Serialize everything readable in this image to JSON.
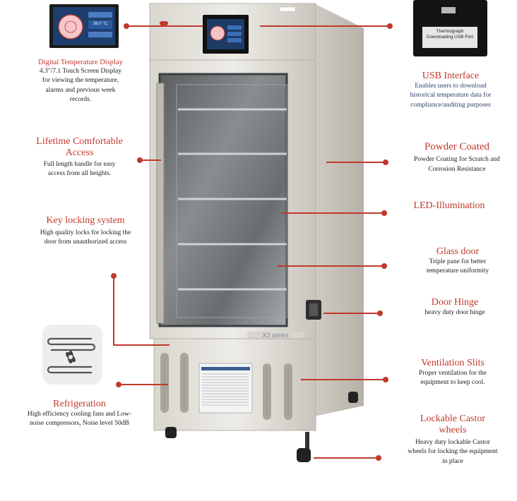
{
  "features": {
    "display": {
      "title": "Digital Temperature Display",
      "desc": "4.3\"/7.1 Touch Screen Display for viewing the temperature, alarms and previous week records."
    },
    "usb": {
      "title": "USB Interface",
      "desc": "Enables users to download historical temperature data for compliance/auditing purposes"
    },
    "access": {
      "title": "Lifetime Comfortable Access",
      "desc": "Full length handle for easy access from all heights."
    },
    "powder": {
      "title": "Powder Coated",
      "desc": "Powder Coating for Scratch and Corrosion Resistance"
    },
    "led": {
      "title": "LED-Illumination"
    },
    "lock": {
      "title": "Key locking system",
      "desc": "High quality locks for locking the door from unauthorized access"
    },
    "glass": {
      "title": "Glass door",
      "desc": "Triple pane for better temperature uniformity"
    },
    "hinge": {
      "title": "Door Hinge",
      "desc": "heavy duty door hinge"
    },
    "vent": {
      "title": "Ventilation Slits",
      "desc": "Proper ventilation for the equipment to keep cool."
    },
    "refrig": {
      "title": "Refrigeration",
      "desc": "High efficiency cooling fans and Low-noise compressors, Noise level 50dB"
    },
    "castor": {
      "title": "Lockable Castor wheels",
      "desc": "Heavy duty lockable Castor wheels for locking the equipment in place"
    }
  },
  "cabinet": {
    "series_label": "X2 series",
    "screen_readout": "38.0 °C",
    "usb_label": "Thermograph Downloading USB Port"
  },
  "colors": {
    "accent": "#c0392b",
    "cabinet": "#e3e1dc",
    "frame": "#cfccc5"
  }
}
